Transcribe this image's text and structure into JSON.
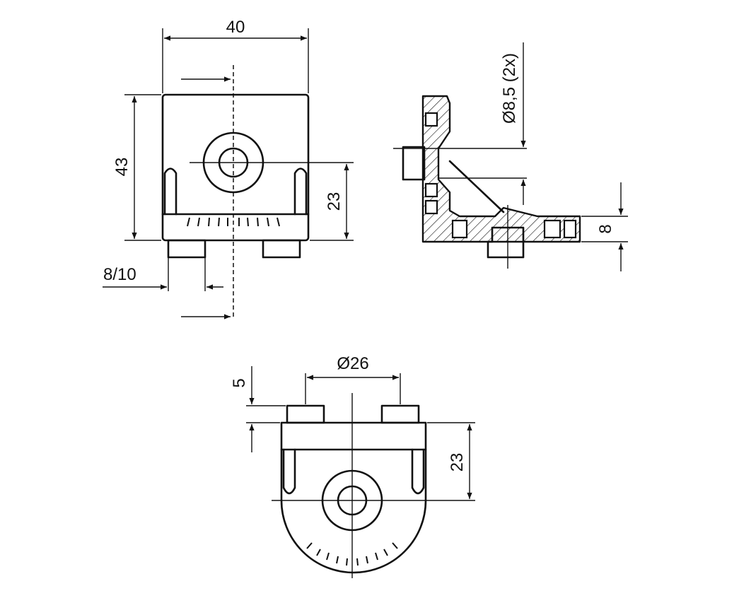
{
  "dimensions": {
    "width_40": "40",
    "height_43": "43",
    "height_23_front": "23",
    "slot_8_10": "8/10",
    "hole_dia": "Ø8,5 (2x)",
    "thickness_8": "8",
    "dia_26": "Ø26",
    "tab_5": "5",
    "height_23_top": "23"
  },
  "colors": {
    "line": "#111111",
    "background": "#ffffff"
  }
}
